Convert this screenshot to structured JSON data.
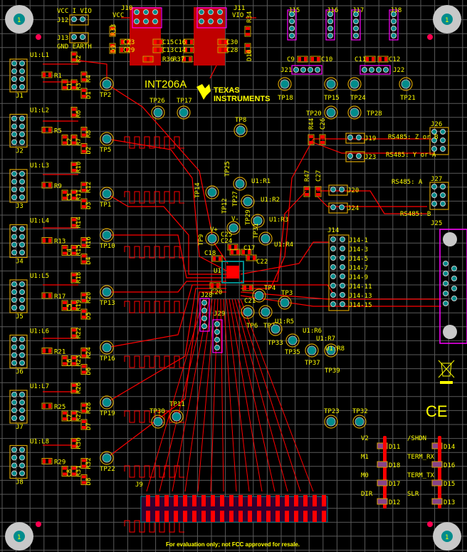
{
  "board": {
    "title": "INT206A",
    "logo_text_1": "TEXAS",
    "logo_text_2": "INSTRUMENTS",
    "notice": "For evaluation only; not FCC approved for resale.",
    "mounting_hole_label": "1",
    "ce_mark": "CE",
    "colors": {
      "background": "#000000",
      "grid": "#5a5a5a",
      "copper": "#ff0000",
      "silkscreen": "#ffff00",
      "pad": "#008c8c",
      "keepout": "#ff00ff",
      "mounting_hole": "#c8c8c8"
    }
  },
  "power": {
    "j12_label": "J12",
    "j12_net": "VCC I VIO",
    "j13_label": "J13",
    "j13_net": "GND EARTH",
    "j10_label": "J10",
    "j10_net": "VCC",
    "j11_label": "J11",
    "j11_net": "VIO",
    "parts": [
      "R33",
      "D9",
      "C23",
      "C15",
      "C29",
      "C13",
      "R36",
      "C16",
      "C30",
      "C14",
      "C28",
      "R37",
      "R34",
      "D10"
    ]
  },
  "channels": [
    {
      "header": "J1",
      "net": "U1:L1",
      "parts": [
        "R1",
        "R2",
        "R3",
        "R4",
        "C1",
        "D1"
      ],
      "tp": "TP2"
    },
    {
      "header": "J2",
      "net": "U1:L2",
      "parts": [
        "R5",
        "R6",
        "R7",
        "R8",
        "C2",
        "D2"
      ],
      "tp": "TP5"
    },
    {
      "header": "J3",
      "net": "U1:L3",
      "parts": [
        "R9",
        "R10",
        "R11",
        "R12",
        "C3",
        "D3"
      ],
      "tp": "TP1"
    },
    {
      "header": "J4",
      "net": "U1:L4",
      "parts": [
        "R13",
        "R14",
        "R15",
        "R16",
        "C4",
        "D4"
      ],
      "tp": "TP10"
    },
    {
      "header": "J5",
      "net": "U1:L5",
      "parts": [
        "R17",
        "R18",
        "R19",
        "R20",
        "C5",
        "D5"
      ],
      "tp": "TP13"
    },
    {
      "header": "J6",
      "net": "U1:L6",
      "parts": [
        "R21",
        "R22",
        "R23",
        "R24",
        "C6",
        "D6"
      ],
      "tp": "TP16"
    },
    {
      "header": "J7",
      "net": "U1:L7",
      "parts": [
        "R25",
        "R26",
        "R27",
        "R28",
        "C7",
        "D7"
      ],
      "tp": "TP19"
    },
    {
      "header": "J8",
      "net": "U1:L8",
      "parts": [
        "R29",
        "R30",
        "R31",
        "R32",
        "C8",
        "D8"
      ],
      "tp": "TP22"
    }
  ],
  "top_right": {
    "headers": [
      "J15",
      "J16",
      "J17",
      "J18",
      "J21",
      "J22"
    ],
    "caps": [
      "C9",
      "C10",
      "C11",
      "C12"
    ]
  },
  "test_points": [
    "TP26",
    "TP17",
    "TP8",
    "TP18",
    "TP15",
    "TP24",
    "TP21",
    "TP20",
    "TP28",
    "TP14",
    "TP25",
    "TP27",
    "TP29",
    "TP12",
    "TP31",
    "TP9",
    "TP4",
    "TP3",
    "TP6",
    "TP7",
    "TP33",
    "TP35",
    "TP37",
    "TP39",
    "TP30",
    "TP11",
    "TP23",
    "TP32"
  ],
  "test_point_nets": [
    "U1:R1",
    "U1:R2",
    "U1:R3",
    "U1:R4",
    "U1:R5",
    "U1:R6",
    "U1:R7",
    "U1:R8",
    "V+",
    "V-"
  ],
  "center": {
    "ic": "U1",
    "caps": [
      "C25",
      "C24",
      "C17",
      "C18",
      "C22",
      "C20",
      "C21"
    ],
    "headers": [
      "J28",
      "J29"
    ]
  },
  "rs485": {
    "parts": [
      "R44",
      "C26",
      "R47",
      "C27"
    ],
    "jumpers": [
      "J19",
      "J23",
      "J20",
      "J24"
    ],
    "connectors": [
      "J26",
      "J27",
      "J25"
    ],
    "nets": [
      "RS485: Z or B",
      "RS485: Y or A",
      "RS485: A",
      "RS485: B"
    ]
  },
  "j14": {
    "label": "J14",
    "pins": [
      "J14-1",
      "J14-3",
      "J14-5",
      "J14-7",
      "J14-9",
      "J14-11",
      "J14-13",
      "J14-15"
    ]
  },
  "leds": [
    {
      "ref": "D11",
      "name": "V2"
    },
    {
      "ref": "D18",
      "name": "M1"
    },
    {
      "ref": "D17",
      "name": "M0"
    },
    {
      "ref": "D12",
      "name": "DIR"
    },
    {
      "ref": "D14",
      "name": "/SHDN"
    },
    {
      "ref": "D16",
      "name": "TERM_RX"
    },
    {
      "ref": "D15",
      "name": "TERM_TX"
    },
    {
      "ref": "D13",
      "name": "SLR"
    }
  ],
  "j9": {
    "label": "J9"
  }
}
